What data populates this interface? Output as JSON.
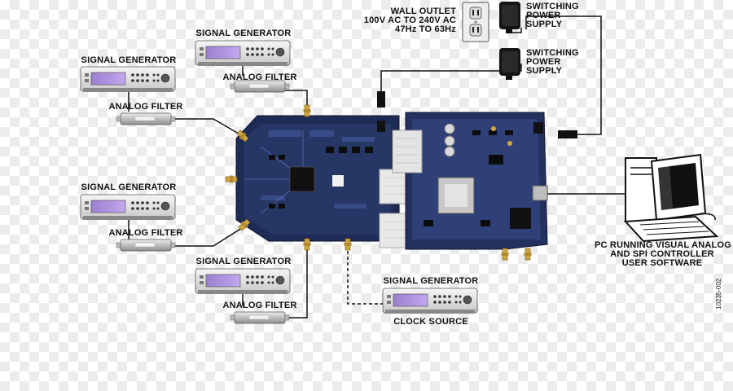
{
  "labels": {
    "sig_gen": "SIGNAL GENERATOR",
    "analog_filter": "ANALOG FILTER",
    "clock_source": "CLOCK SOURCE",
    "wall_outlet": "WALL OUTLET\n100V AC TO 240V AC\n47Hz TO 63Hz",
    "switching_psu": "SWITCHING\nPOWER\nSUPPLY",
    "pc": "PC RUNNING VISUAL ANALOG\nAND SPI CONTROLLER\nUSER SOFTWARE",
    "figure_ref": "10235-002"
  },
  "colors": {
    "line": "#111111",
    "board": "#1e2b55",
    "board_light": "#2e3f72",
    "screen": "#a58bd6",
    "instrument": "#e6e6e6",
    "filter_body": "#cfcfcf"
  },
  "icons": [
    "signal-generator-icon",
    "analog-filter-icon",
    "wall-outlet-icon",
    "power-adapter-icon",
    "computer-icon",
    "sma-connector-icon"
  ]
}
